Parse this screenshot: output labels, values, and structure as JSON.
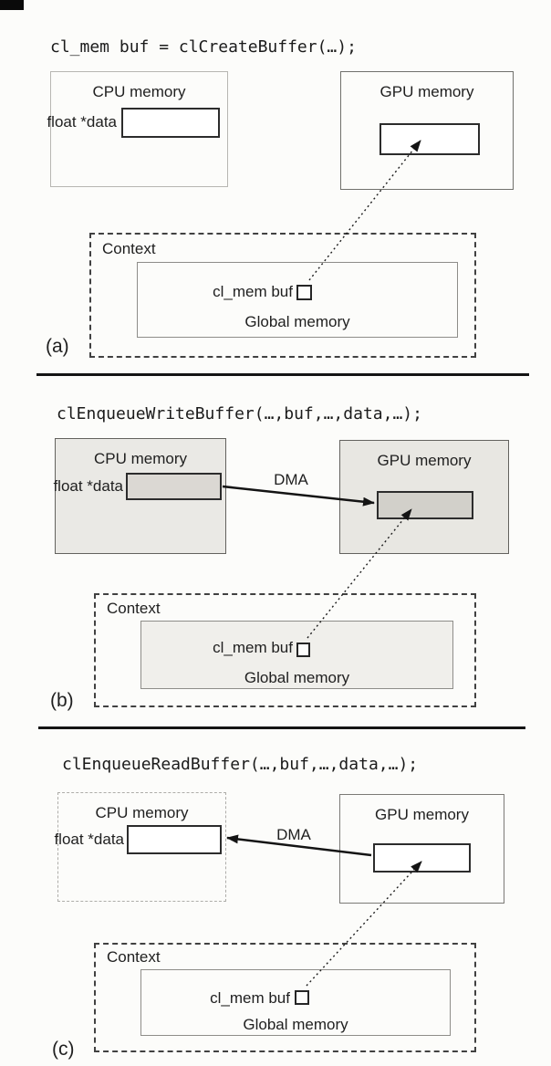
{
  "figure": {
    "panels": [
      {
        "id": "a",
        "tag": "(a)",
        "code": "cl_mem buf = clCreateBuffer(…);",
        "cpu_title": "CPU memory",
        "pointer_label": "float *data",
        "gpu_title": "GPU memory",
        "context_title": "Context",
        "buffer_label": "cl_mem buf",
        "global_title": "Global memory"
      },
      {
        "id": "b",
        "tag": "(b)",
        "code": "clEnqueueWriteBuffer(…,buf,…,data,…);",
        "cpu_title": "CPU memory",
        "pointer_label": "float *data",
        "gpu_title": "GPU memory",
        "dma_label": "DMA",
        "context_title": "Context",
        "buffer_label": "cl_mem buf",
        "global_title": "Global memory"
      },
      {
        "id": "c",
        "tag": "(c)",
        "code": "clEnqueueReadBuffer(…,buf,…,data,…);",
        "cpu_title": "CPU memory",
        "pointer_label": "float *data",
        "gpu_title": "GPU memory",
        "dma_label": "DMA",
        "context_title": "Context",
        "buffer_label": "cl_mem buf",
        "global_title": "Global memory"
      }
    ]
  },
  "colors": {
    "text": "#1f1f1f",
    "border_dark": "#2c2c2c",
    "shaded_box_fill": "#eae9e5",
    "shaded_buffer_fill": "#d8d6d1",
    "shaded_global_fill": "#f0efeb",
    "arrow": "#141414",
    "page_background": "#fcfcfa"
  }
}
